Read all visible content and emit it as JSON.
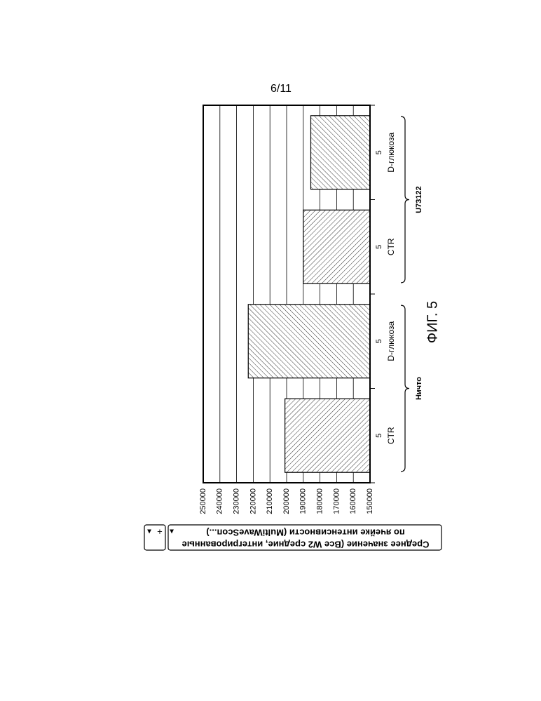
{
  "page": {
    "number": "6/11"
  },
  "figure": {
    "caption": "ФИГ. 5"
  },
  "chart_data": {
    "type": "bar",
    "orientation": "rotated-90-clockwise",
    "categories": [
      "CTR",
      "D-глюкоза",
      "CTR",
      "D-глюкоза"
    ],
    "counts": [
      "5",
      "5",
      "5",
      "5"
    ],
    "values": [
      201000,
      223000,
      190000,
      185500
    ],
    "groups": [
      {
        "label": "Ничто",
        "members": [
          0,
          1
        ]
      },
      {
        "label": "U73122",
        "members": [
          2,
          3
        ]
      }
    ],
    "y_ticks": [
      "150000",
      "160000",
      "170000",
      "180000",
      "190000",
      "200000",
      "210000",
      "220000",
      "230000",
      "240000",
      "250000"
    ],
    "ylim": [
      150000,
      250000
    ],
    "grid": true,
    "hatch": [
      "forward",
      "back",
      "forward",
      "back"
    ],
    "ylabel_box": {
      "line1": "Среднее значение (Все W2 средние, интегрированные",
      "line2": "по ячейке интенсивности (MultiWaveScoп...)",
      "arrow_symbol": "▲",
      "plus_symbol": "+",
      "plus_arrow_symbol": "▲"
    }
  }
}
